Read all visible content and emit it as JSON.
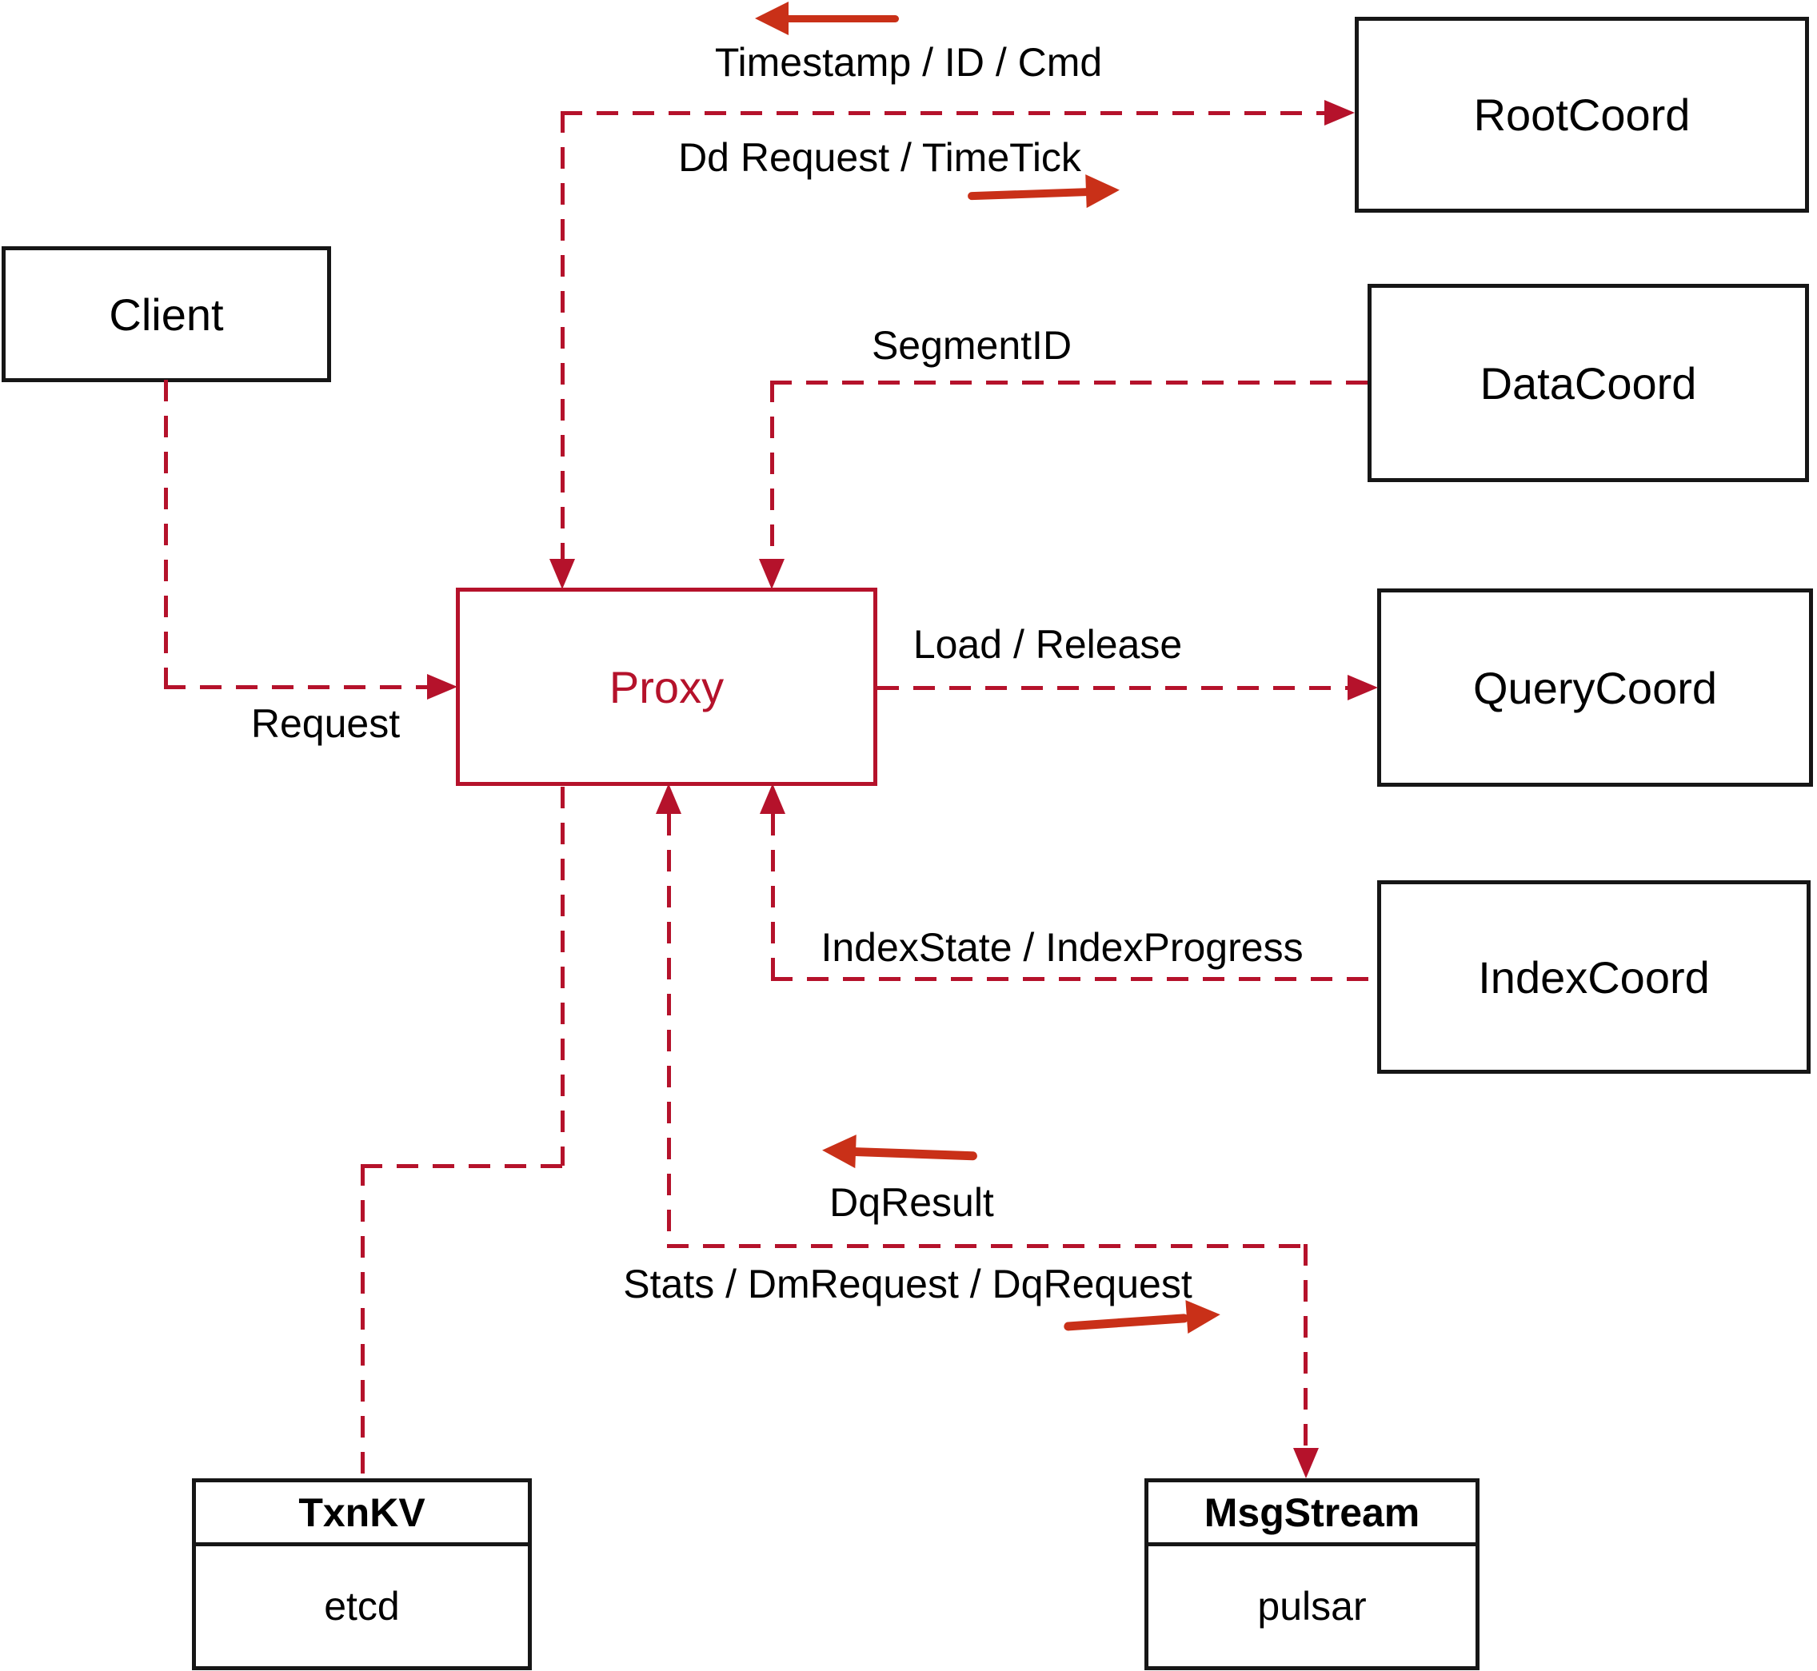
{
  "nodes": {
    "client": {
      "label": "Client"
    },
    "root_coord": {
      "label": "RootCoord"
    },
    "data_coord": {
      "label": "DataCoord"
    },
    "query_coord": {
      "label": "QueryCoord"
    },
    "index_coord": {
      "label": "IndexCoord"
    },
    "proxy": {
      "label": "Proxy"
    },
    "txn_kv": {
      "title": "TxnKV",
      "subtitle": "etcd"
    },
    "msg_stream": {
      "title": "MsgStream",
      "subtitle": "pulsar"
    }
  },
  "edge_labels": {
    "timestamp_id_cmd": "Timestamp / ID / Cmd",
    "dd_request_timetick": "Dd Request / TimeTick",
    "segment_id": "SegmentID",
    "load_release": "Load / Release",
    "request": "Request",
    "index_state_progress": "IndexState / IndexProgress",
    "dq_result": "DqResult",
    "stats_dm_dq_request": "Stats / DmRequest / DqRequest"
  },
  "colors": {
    "dashed_line": "#b5122b",
    "solid_arrow": "#c93018",
    "box_border": "#161616",
    "proxy_accent": "#b5122b",
    "label_text": "#000000",
    "background": "#ffffff"
  }
}
